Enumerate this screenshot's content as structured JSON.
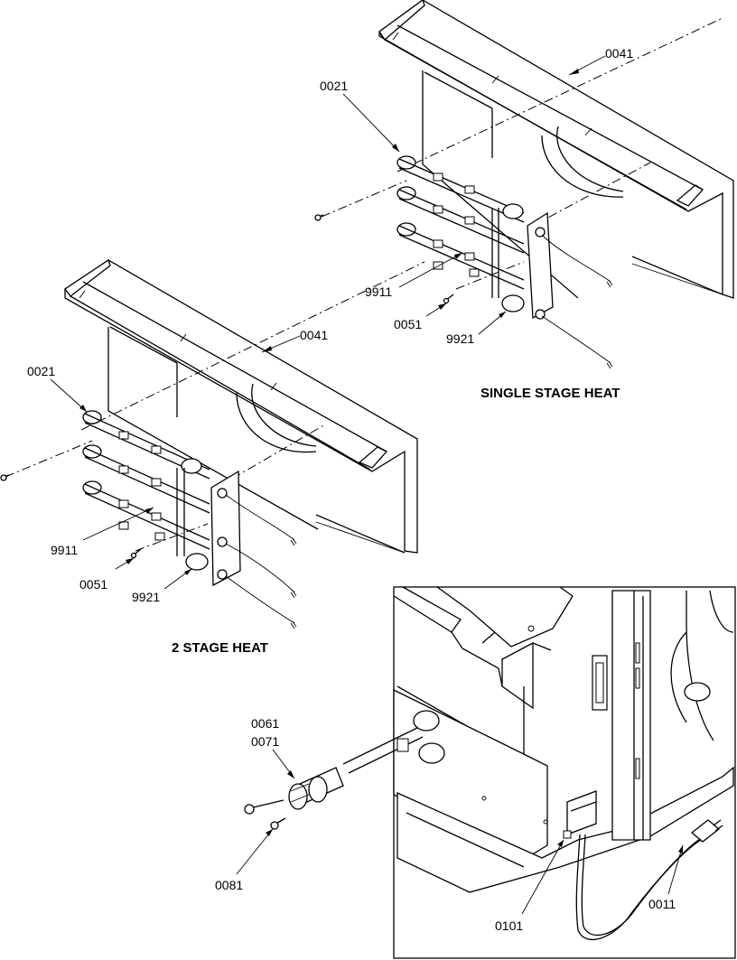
{
  "captions": {
    "single_stage": "SINGLE STAGE HEAT",
    "two_stage": "2 STAGE HEAT"
  },
  "labels": {
    "single": {
      "p0041": "0041",
      "p0021": "0021",
      "p9911": "9911",
      "p0051": "0051",
      "p9921": "9921"
    },
    "two": {
      "p0041": "0041",
      "p0021": "0021",
      "p9911": "9911",
      "p0051": "0051",
      "p9921": "9921"
    },
    "bottom": {
      "p0061": "0061",
      "p0071": "0071",
      "p0081": "0081",
      "p0101": "0101",
      "p0011": "0011"
    }
  }
}
